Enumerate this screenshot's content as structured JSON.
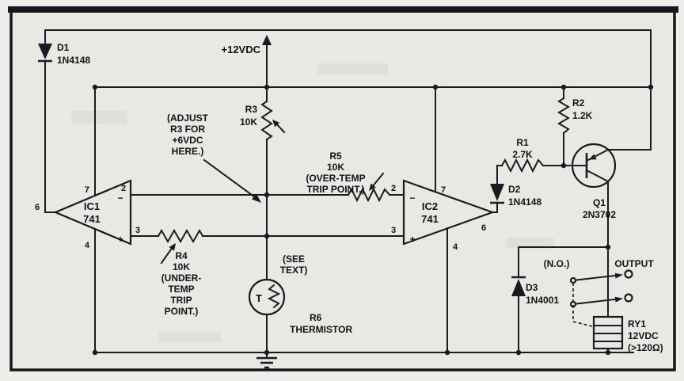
{
  "meta": {
    "description": "Over/under temperature relay trip circuit schematic with two 741 op-amps, thermistor sensor, PNP driver and relay output",
    "colors": {
      "line": "#1a1a22",
      "text": "#12121a",
      "paper": "#e9e8e2",
      "frame": "#15151c"
    }
  },
  "annotations": {
    "supply": "+12VDC",
    "adjust_r3": [
      "(ADJUST",
      "R3 FOR",
      "+6VDC",
      "HERE.)"
    ],
    "see_text": [
      "(SEE",
      "TEXT)"
    ],
    "relay_contact": "(N.O.)",
    "output": "OUTPUT"
  },
  "components": {
    "d1": {
      "ref": "D1",
      "value": "1N4148"
    },
    "d2": {
      "ref": "D2",
      "value": "1N4148"
    },
    "d3": {
      "ref": "D3",
      "value": "1N4001"
    },
    "r1": {
      "ref": "R1",
      "value": "2.7K"
    },
    "r2": {
      "ref": "R2",
      "value": "1.2K"
    },
    "r3": {
      "ref": "R3",
      "value": "10K"
    },
    "r4": {
      "ref": "R4",
      "value": "10K",
      "note": [
        "(UNDER-",
        "TEMP",
        "TRIP",
        "POINT.)"
      ]
    },
    "r5": {
      "ref": "R5",
      "value": "10K",
      "note": [
        "(OVER-TEMP",
        "TRIP POINT.)"
      ]
    },
    "r6": {
      "ref": "R6",
      "value": "THERMISTOR",
      "symbol": "T"
    },
    "q1": {
      "ref": "Q1",
      "value": "2N3702"
    },
    "ry1": {
      "ref": "RY1",
      "value": "12VDC",
      "note": "(>120Ω)"
    },
    "ic1": {
      "ref": "IC1",
      "value": "741",
      "minus": "−",
      "plus": "+",
      "pins": {
        "2": "2",
        "3": "3",
        "4": "4",
        "6": "6",
        "7": "7"
      }
    },
    "ic2": {
      "ref": "IC2",
      "value": "741",
      "minus": "−",
      "plus": "+",
      "pins": {
        "2": "2",
        "3": "3",
        "4": "4",
        "6": "6",
        "7": "7"
      }
    }
  }
}
